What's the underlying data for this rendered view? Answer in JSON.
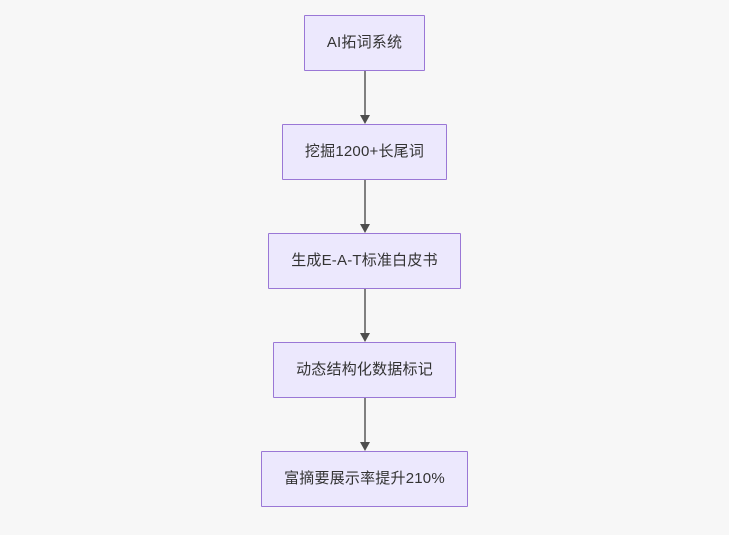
{
  "diagram": {
    "type": "flowchart",
    "direction": "top-to-bottom",
    "background_color": "#f7f7f7",
    "node_fill_color": "#ece8fd",
    "node_border_color": "#9a77d6",
    "node_text_color": "#333333",
    "connector_color": "#808080",
    "arrowhead_color": "#4d4d4d",
    "nodes": [
      {
        "id": "n1",
        "label": "AI拓词系统"
      },
      {
        "id": "n2",
        "label": "挖掘1200+长尾词"
      },
      {
        "id": "n3",
        "label": "生成E-A-T标准白皮书"
      },
      {
        "id": "n4",
        "label": "动态结构化数据标记"
      },
      {
        "id": "n5",
        "label": "富摘要展示率提升210%"
      }
    ],
    "edges": [
      {
        "from": "n1",
        "to": "n2",
        "label": ""
      },
      {
        "from": "n2",
        "to": "n3",
        "label": ""
      },
      {
        "from": "n3",
        "to": "n4",
        "label": ""
      },
      {
        "from": "n4",
        "to": "n5",
        "label": ""
      }
    ]
  }
}
